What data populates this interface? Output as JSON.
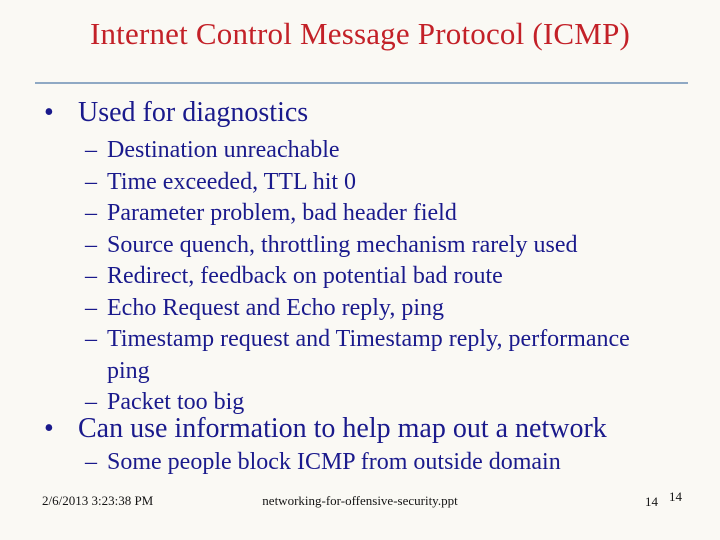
{
  "slide": {
    "title": "Internet Control Message Protocol (ICMP)",
    "markers": {
      "level1": "•",
      "level2": "–"
    },
    "bullets": [
      {
        "text": "Used for diagnostics",
        "sub": [
          "Destination unreachable",
          "Time exceeded, TTL hit 0",
          "Parameter problem, bad header field",
          "Source quench, throttling mechanism rarely used",
          "Redirect, feedback on potential bad route",
          "Echo Request and Echo reply, ping",
          "Timestamp request and Timestamp reply, performance ping",
          "Packet too big"
        ]
      },
      {
        "text": "Can use information to help map out a network",
        "sub": [
          "Some people block ICMP from outside domain"
        ]
      }
    ],
    "footer": {
      "datetime": "2/6/2013 3:23:38 PM",
      "filename": "networking-for-offensive-security.ppt",
      "slide_number": "14",
      "page_number": "14"
    },
    "colors": {
      "background": "#FAF9F4",
      "title": "#C32128",
      "body": "#1A1A8C",
      "divider": "#8FA9C4",
      "footer": "#141414"
    }
  }
}
